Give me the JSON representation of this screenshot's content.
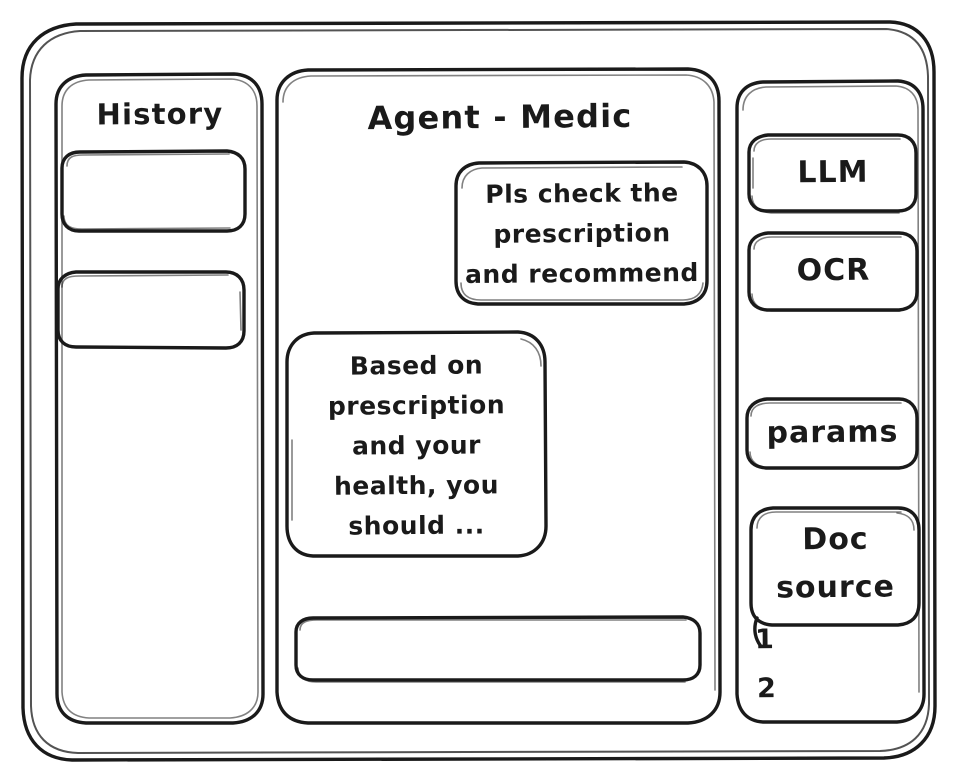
{
  "window": {
    "name": "agent-medic-wireframe"
  },
  "sidebar_left": {
    "title": "History",
    "items": [
      {
        "label": "",
        "name": "history-item-1"
      },
      {
        "label": "",
        "name": "history-item-2"
      }
    ]
  },
  "main": {
    "title": "Agent - Medic",
    "messages": [
      {
        "role": "user",
        "name": "user-message-bubble",
        "lines": [
          "Pls check the",
          "prescription",
          "and recommend"
        ],
        "text": "Pls check the prescription and recommend"
      },
      {
        "role": "assistant",
        "name": "assistant-message-bubble",
        "lines": [
          "Based on",
          "prescription",
          "and your",
          "health, you",
          "should ..."
        ],
        "text": "Based on prescription and your health, you should ..."
      }
    ],
    "composer": {
      "value": "",
      "placeholder": ""
    }
  },
  "sidebar_right": {
    "cards": [
      {
        "label": "LLM",
        "name": "llm-card"
      },
      {
        "label": "OCR",
        "name": "ocr-card"
      },
      {
        "label": "params",
        "name": "params-card"
      }
    ],
    "doc_source": {
      "label_line1": "Doc",
      "label_line2": "source",
      "label": "Doc source",
      "entries": [
        "1",
        "2"
      ]
    }
  },
  "colors": {
    "ink": "#1a1a1a",
    "background": "#ffffff"
  }
}
